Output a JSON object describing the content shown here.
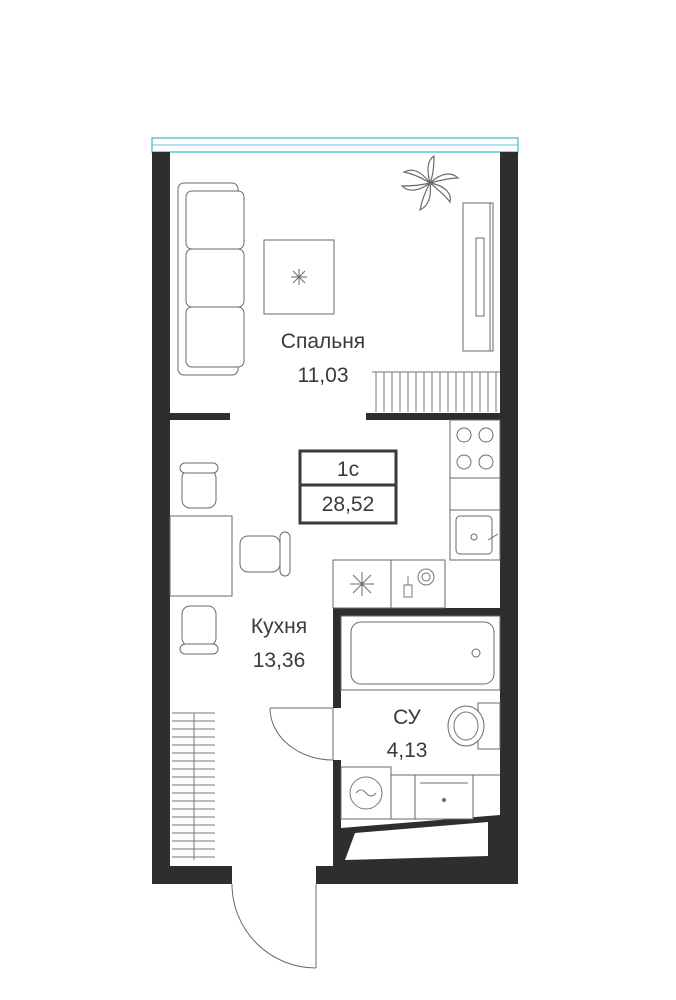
{
  "apartment": {
    "type_label": "1с",
    "total_area": "28,52"
  },
  "rooms": {
    "bedroom": {
      "name": "Спальня",
      "area": "11,03"
    },
    "kitchen": {
      "name": "Кухня",
      "area": "13,36"
    },
    "bathroom": {
      "name": "СУ",
      "area": "4,13"
    }
  },
  "colors": {
    "wall": "#2e2e2e",
    "window": "#5fc6d6",
    "line": "#6a6a6a"
  }
}
